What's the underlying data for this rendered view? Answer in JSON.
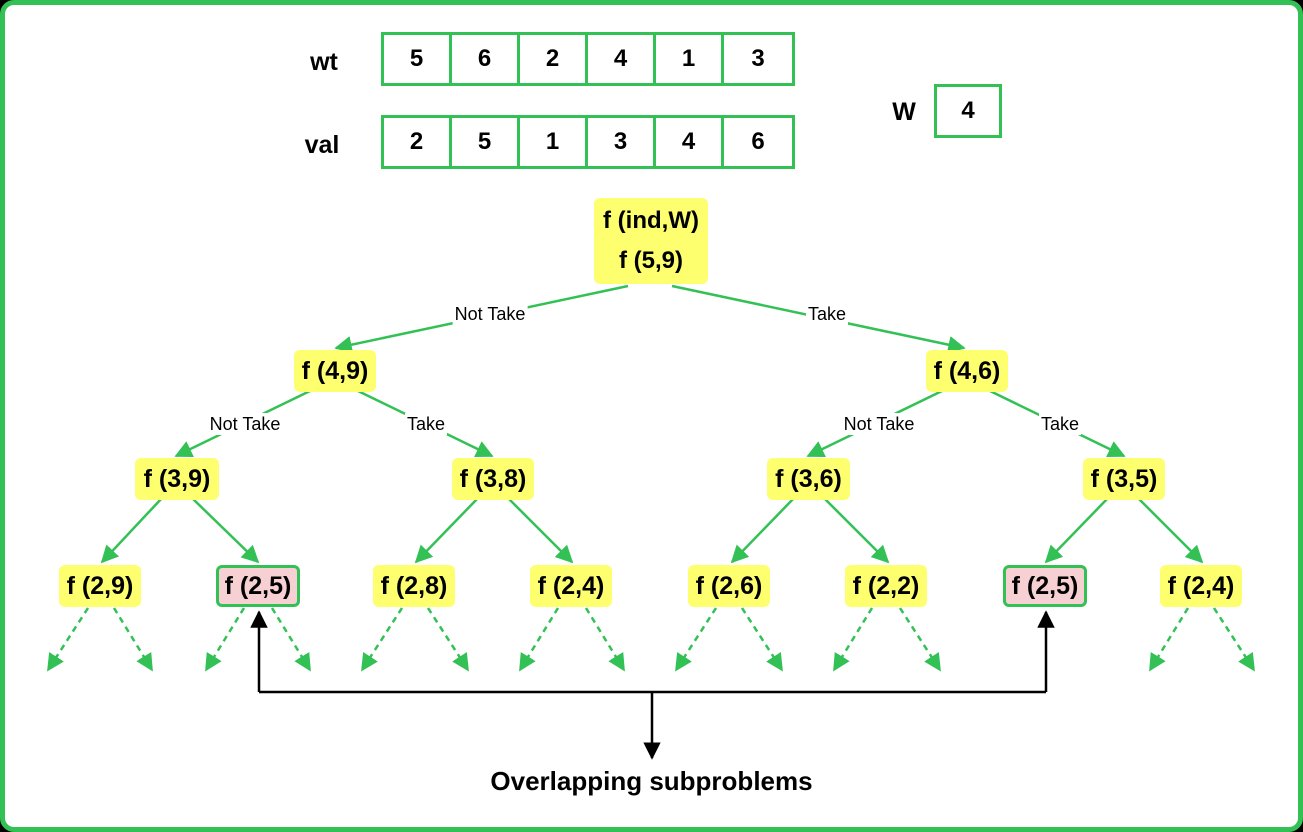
{
  "arrays": {
    "wt": {
      "label": "wt",
      "values": [
        "5",
        "6",
        "2",
        "4",
        "1",
        "3"
      ]
    },
    "val": {
      "label": "val",
      "values": [
        "2",
        "5",
        "1",
        "3",
        "4",
        "6"
      ]
    }
  },
  "capacity": {
    "label": "W",
    "value": "4"
  },
  "tree": {
    "root": {
      "line1": "f (ind,W)",
      "line2": "f (5,9)"
    },
    "level1": [
      "f (4,9)",
      "f (4,6)"
    ],
    "level2": [
      "f (3,9)",
      "f (3,8)",
      "f (3,6)",
      "f (3,5)"
    ],
    "level3": [
      "f (2,9)",
      "f (2,5)",
      "f (2,8)",
      "f (2,4)",
      "f (2,6)",
      "f (2,2)",
      "f (2,5)",
      "f (2,4)"
    ]
  },
  "edge_labels": {
    "not_take": "Not Take",
    "take": "Take"
  },
  "caption": "Overlapping subproblems",
  "colors": {
    "accent_green": "#33c156",
    "node_fill": "#fdff6e",
    "overlap_fill": "#f6d0d2"
  }
}
